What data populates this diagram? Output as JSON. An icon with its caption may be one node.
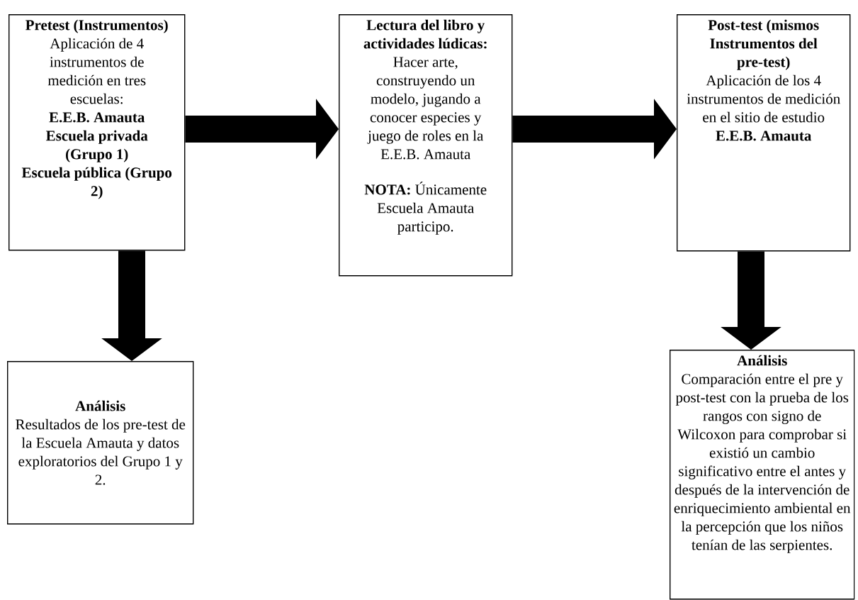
{
  "diagram": {
    "nodes": [
      {
        "text": [
          "Pretest (Instrumentos)",
          "Aplicación de 4 instrumentos de medición en tres escuelas:",
          "E.E.B. Amauta",
          "Escuela privada (Grupo 1)",
          "Escuela pública (Grupo 2)"
        ]
      },
      {
        "text": [
          "Lectura del libro y actividades lúdicas:",
          "Hacer arte, construyendo un modelo, jugando a conocer especies y juego de roles en la E.E.B. Amauta",
          "**NOTA:** Únicamente Escuela Amauta participo."
        ]
      },
      {
        "text": [
          "Post-test (mismos Instrumentos del pre-test)",
          "Aplicación de los 4 instrumentos de medición en el sitio de estudio",
          "E.E.B. Amauta"
        ]
      },
      {
        "text": [
          "Análisis",
          "Resultados de los pre-test de la Escuela Amauta y datos exploratorios del Grupo 1 y 2."
        ]
      },
      {
        "text": [
          "Análisis",
          "Comparación entre el pre y post-test con la prueba de los rangos con signo de Wilcoxon para comprobar si existió un cambio significativo entre el antes y después de la intervención de enriquecimiento ambiental en la percepción que los niños tenían de las serpientes."
        ]
      }
    ],
    "edges": [
      {
        "from": 0,
        "to": 1,
        "arrow": "to"
      },
      {
        "from": 1,
        "to": 2,
        "arrow": "to"
      },
      {
        "from": 0,
        "to": 3,
        "arrow": "to"
      },
      {
        "from": 2,
        "to": 4,
        "arrow": "to"
      }
    ]
  }
}
